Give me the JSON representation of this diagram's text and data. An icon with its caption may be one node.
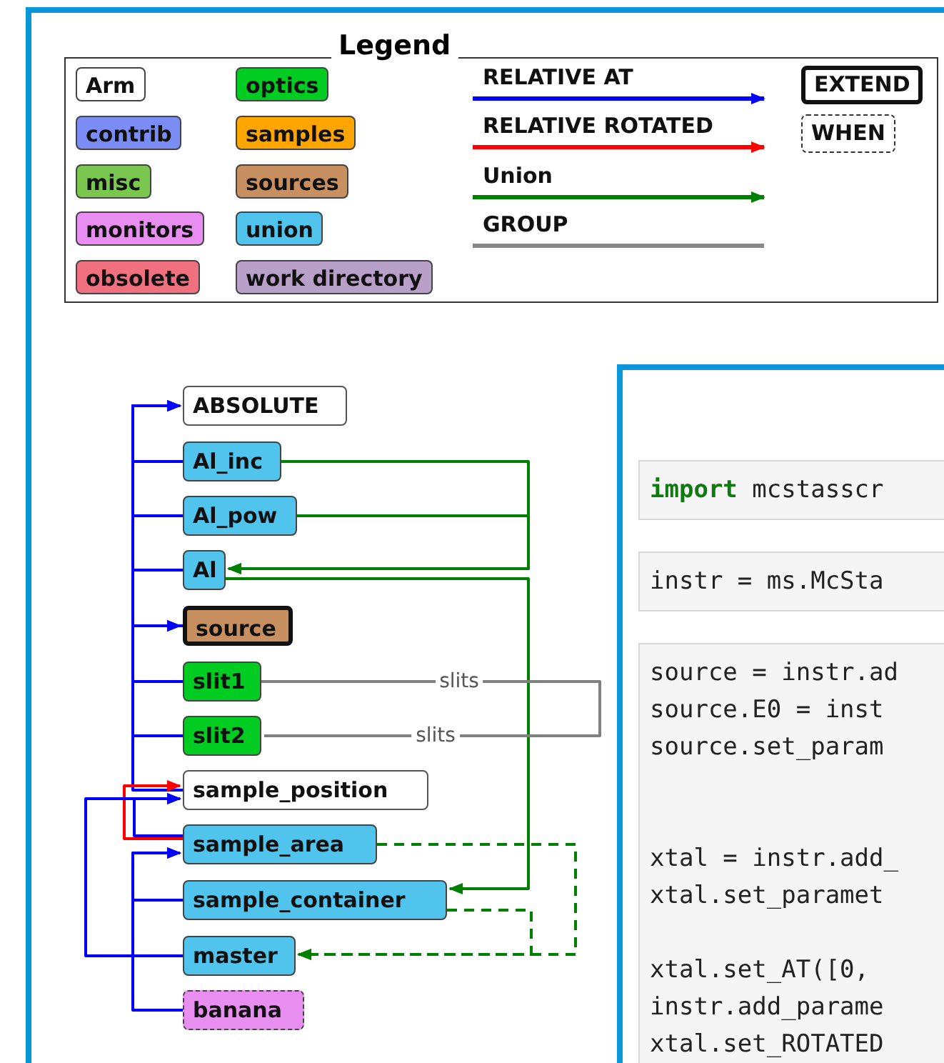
{
  "diagram": {
    "nodes": [
      {
        "text": [
          "ABSOLUTE"
        ]
      },
      {
        "text": [
          "Al_inc"
        ]
      },
      {
        "text": [
          "Al_pow"
        ]
      },
      {
        "text": [
          "Al"
        ]
      },
      {
        "text": [
          "source"
        ]
      },
      {
        "text": [
          "slit1"
        ]
      },
      {
        "text": [
          "slit2"
        ]
      },
      {
        "text": [
          "sample_position"
        ]
      },
      {
        "text": [
          "sample_area"
        ]
      },
      {
        "text": [
          "sample_container"
        ]
      },
      {
        "text": [
          "master"
        ]
      },
      {
        "text": [
          "banana"
        ]
      }
    ],
    "edges": [
      {
        "from": 1,
        "to": 0,
        "arrow": "to"
      },
      {
        "from": 2,
        "to": 0,
        "arrow": "to"
      },
      {
        "from": 3,
        "to": 0,
        "arrow": "to"
      },
      {
        "from": 4,
        "to": 0,
        "arrow": "to"
      },
      {
        "from": 5,
        "to": 4,
        "arrow": "to"
      },
      {
        "from": 6,
        "to": 4,
        "arrow": "to"
      },
      {
        "from": 7,
        "to": 4,
        "arrow": "to"
      },
      {
        "from": 8,
        "to": 7,
        "arrow": "to"
      },
      {
        "from": 8,
        "to": 7,
        "arrow": "to",
        "color": "#ff0000"
      },
      {
        "from": 10,
        "to": 7,
        "arrow": "to"
      },
      {
        "from": 9,
        "to": 8,
        "arrow": "to"
      },
      {
        "from": 11,
        "to": 8,
        "arrow": "to"
      },
      {
        "from": 1,
        "to": 3,
        "arrow": "to",
        "color": "#008000"
      },
      {
        "from": 2,
        "to": 3,
        "arrow": "to",
        "color": "#008000"
      },
      {
        "from": 3,
        "to": 9,
        "arrow": "to",
        "color": "#008000"
      },
      {
        "from": 8,
        "to": 10,
        "arrow": "to",
        "style": "dashed",
        "color": "#008000"
      },
      {
        "from": 9,
        "to": 10,
        "arrow": "to",
        "style": "dashed",
        "color": "#008000"
      },
      {
        "from": 5,
        "to": 6,
        "arrow": "none",
        "label": "slits",
        "color": "#808080"
      }
    ],
    "labels": [
      "Legend",
      "slits",
      "**import** mcstasscr",
      "instr = ms.McSta",
      "source = instr.ad",
      "source.E0 = inst",
      "source.set_param",
      "xtal = instr.add_",
      "xtal.set_paramet",
      "xtal.set_AT([0,",
      "instr.add_parame",
      "xtal.set_ROTATED"
    ],
    "legend": [
      {
        "text": "Arm",
        "color": "#ffffff"
      },
      {
        "text": "contrib",
        "color": "#7b8cf5"
      },
      {
        "text": "misc",
        "color": "#7ac74f"
      },
      {
        "text": "monitors",
        "color": "#e88ef0"
      },
      {
        "text": "obsolete",
        "color": "#f07080"
      },
      {
        "text": "optics",
        "color": "#00cc22"
      },
      {
        "text": "samples",
        "color": "#ffa500"
      },
      {
        "text": "sources",
        "color": "#c89060"
      },
      {
        "text": "union",
        "color": "#50c4ec"
      },
      {
        "text": "work directory",
        "color": "#b8a0c8"
      },
      {
        "text": "RELATIVE AT"
      },
      {
        "text": "RELATIVE ROTATED"
      },
      {
        "text": "Union"
      },
      {
        "text": "GROUP"
      },
      {
        "text": "EXTEND"
      },
      {
        "text": "WHEN"
      }
    ]
  }
}
